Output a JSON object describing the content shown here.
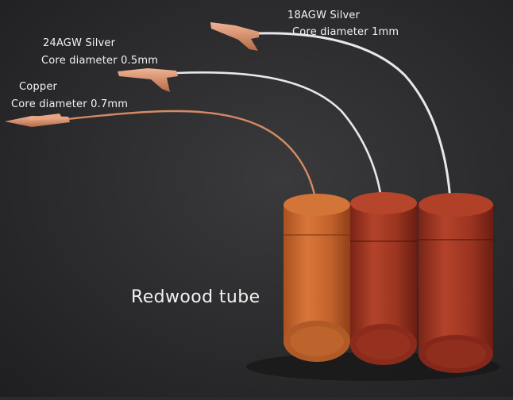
{
  "labels": {
    "copper_title": "Copper",
    "copper_detail": "Core diameter 0.7mm",
    "silver24_title": "24AGW Silver",
    "silver24_detail": "Core diameter 0.5mm",
    "silver18_title": "18AGW Silver",
    "silver18_detail": "Core diameter 1mm",
    "tube_caption": "Redwood tube"
  },
  "colors": {
    "background": "#2b2b2d",
    "copper_wire": "#d58a63",
    "silver_wire": "#e8e8ea",
    "wood_light": "#c8662f",
    "wood_dark": "#8e2c1c",
    "text": "#f2f2f2"
  }
}
